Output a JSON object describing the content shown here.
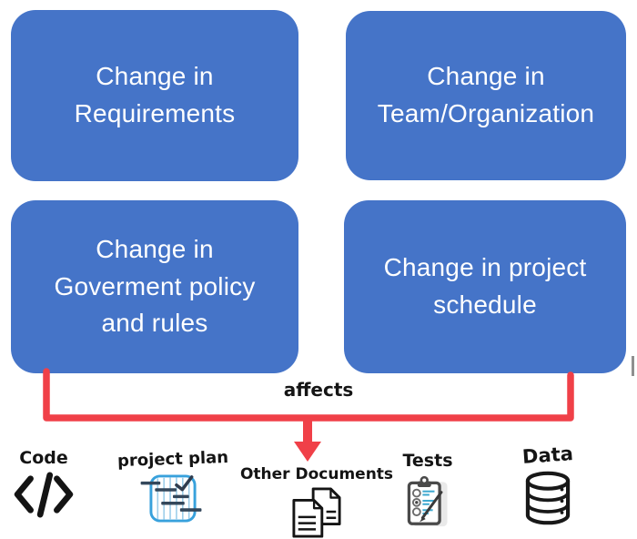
{
  "diagram": {
    "causes": [
      {
        "id": "requirements",
        "label": "Change in\nRequirements"
      },
      {
        "id": "team-organization",
        "label": "Change  in\nTeam/Organization"
      },
      {
        "id": "government-policy",
        "label": "Change in\nGoverment policy\nand rules"
      },
      {
        "id": "project-schedule",
        "label": "Change in project\nschedule"
      }
    ],
    "connector_label": "affects",
    "artifacts": [
      {
        "id": "code",
        "label": "Code",
        "icon": "code-icon"
      },
      {
        "id": "project-plan",
        "label": "project plan",
        "icon": "gantt-chart-icon"
      },
      {
        "id": "other-documents",
        "label": "Other Documents",
        "icon": "documents-icon"
      },
      {
        "id": "tests",
        "label": "Tests",
        "icon": "clipboard-checklist-icon"
      },
      {
        "id": "data",
        "label": "Data",
        "icon": "database-icon"
      }
    ],
    "colors": {
      "box_fill": "#4574C8",
      "box_text": "#FFFFFF",
      "connector_red": "#F04048",
      "label_text": "#141414",
      "plan_icon_frame_blue": "#38A1DC",
      "plan_icon_bars": "#33475B",
      "tests_icon_gray": "#4A4A4A",
      "tests_icon_lines_teal": "#3FA9D0",
      "icon_outline_black": "#141414"
    }
  }
}
